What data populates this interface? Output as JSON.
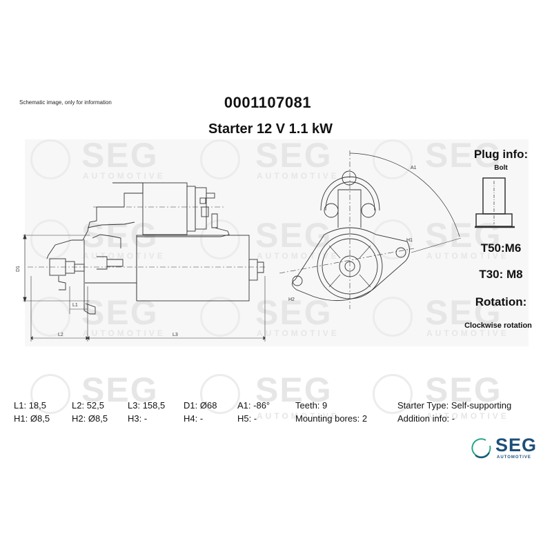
{
  "header": {
    "note": "Schematic image, only for information",
    "part_number": "0001107081",
    "title": "Starter 12 V 1.1 kW"
  },
  "watermark": {
    "brand": "SEG",
    "sub": "AUTOMOTIVE",
    "color": "#e6e6e6"
  },
  "drawing": {
    "side_view_labels": {
      "d1": "D1",
      "l1": "L1",
      "l2": "L2",
      "l3": "L3"
    },
    "front_view_labels": {
      "a1": "A1",
      "h1": "H1",
      "h2": "H2"
    }
  },
  "plug_info": {
    "title": "Plug info:",
    "type": "Bolt",
    "t50": "T50:M6",
    "t30": "T30: M8"
  },
  "rotation": {
    "title": "Rotation:",
    "value": "Clockwise rotation"
  },
  "specs": {
    "row1": [
      {
        "key": "L1:",
        "value": "18,5"
      },
      {
        "key": "L2:",
        "value": "52,5"
      },
      {
        "key": "L3:",
        "value": "158,5"
      },
      {
        "key": "D1:",
        "value": "Ø68"
      },
      {
        "key": "A1:",
        "value": "-86°"
      },
      {
        "key": "Teeth:",
        "value": "9"
      },
      {
        "key": "Starter Type:",
        "value": "Self-supporting"
      }
    ],
    "row2": [
      {
        "key": "H1:",
        "value": "Ø8,5"
      },
      {
        "key": "H2:",
        "value": "Ø8,5"
      },
      {
        "key": "H3:",
        "value": "-"
      },
      {
        "key": "H4:",
        "value": "-"
      },
      {
        "key": "H5:",
        "value": "-"
      },
      {
        "key": "Mounting bores:",
        "value": "2"
      },
      {
        "key": "Addition info:",
        "value": "-"
      }
    ]
  },
  "logo": {
    "brand": "SEG",
    "sub": "AUTOMOTIVE",
    "brand_color": "#1d4f7a",
    "ring_color": "#2aa58a"
  }
}
